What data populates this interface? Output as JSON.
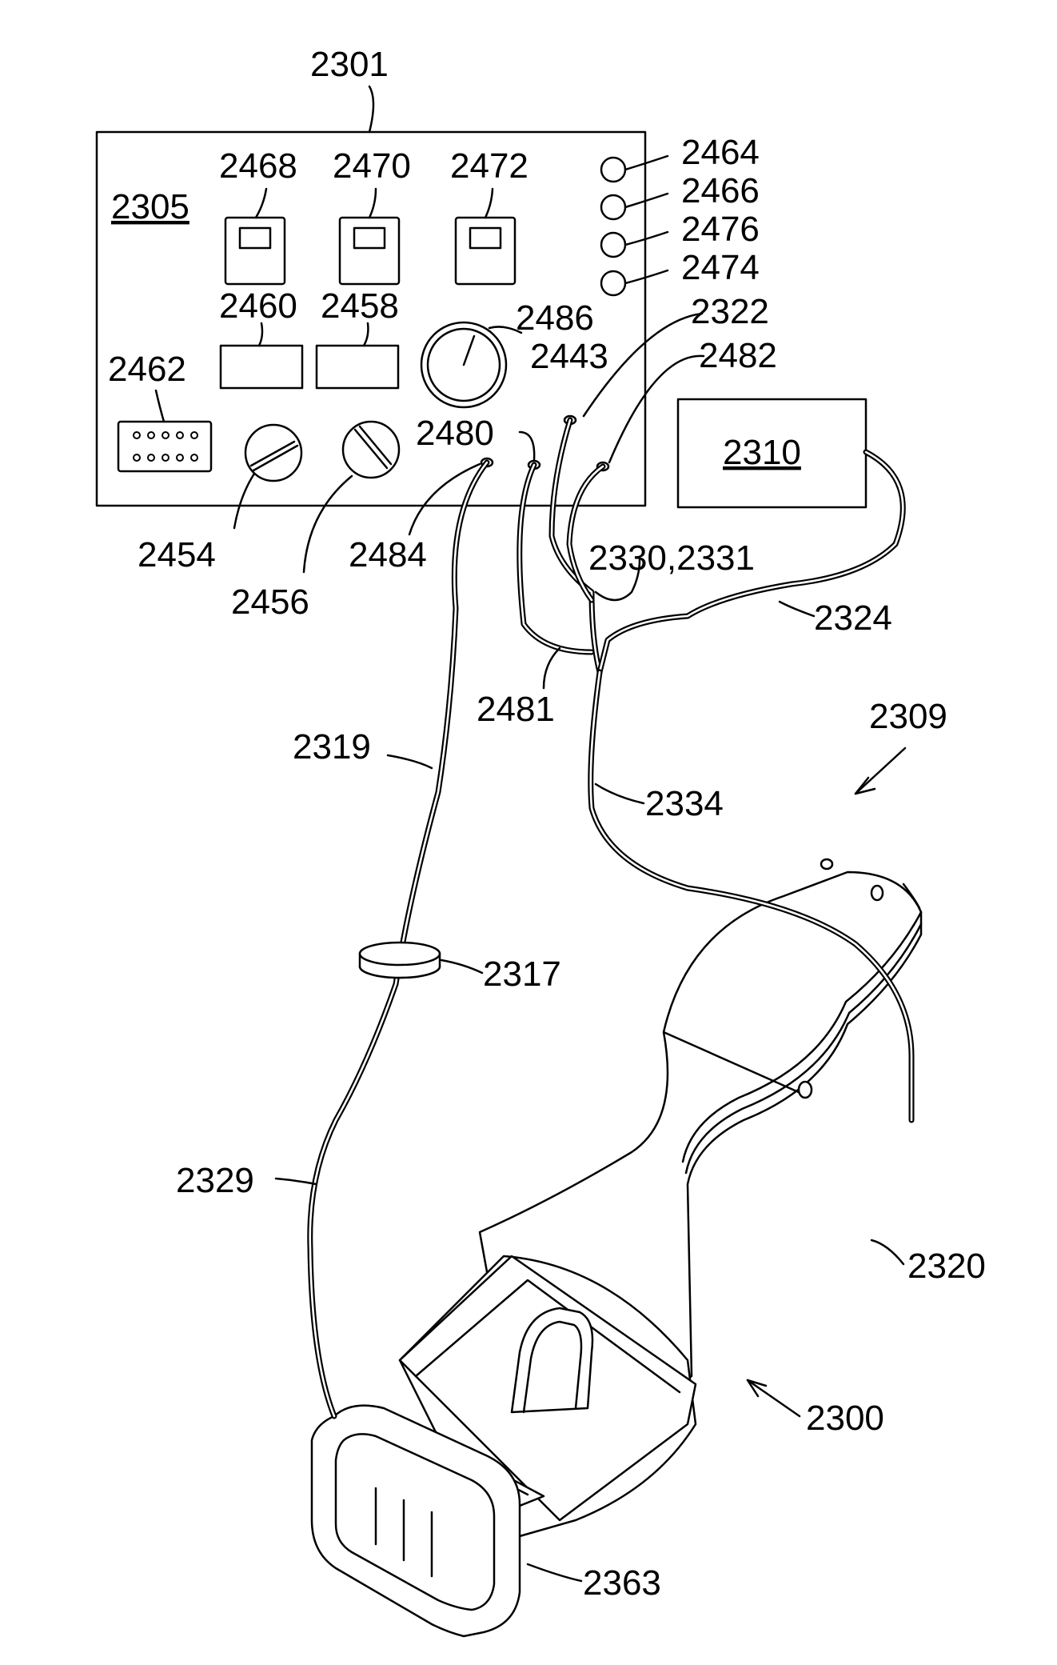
{
  "figure": {
    "labels": {
      "console": "2301",
      "console_panel": "2305",
      "display_left": "2468",
      "display_center": "2470",
      "display_right": "2472",
      "indicator_1": "2464",
      "indicator_2": "2466",
      "indicator_3": "2476",
      "indicator_4": "2474",
      "button_left": "2460",
      "button_right": "2458",
      "gauge": "2486",
      "connector_block": "2462",
      "knob_left": "2454",
      "knob_right": "2456",
      "port_2480": "2480",
      "port_2443": "2443",
      "port_2322": "2322",
      "port_2482": "2482",
      "cable_2484": "2484",
      "remote_unit": "2310",
      "cable_bundle": "2330,2331",
      "cable_2324": "2324",
      "cable_2481": "2481",
      "cable_2319": "2319",
      "system": "2309",
      "cable_2334": "2334",
      "inline_component": "2317",
      "cable_2329": "2329",
      "handpiece_body": "2320",
      "device": "2300",
      "tip": "2363"
    }
  }
}
